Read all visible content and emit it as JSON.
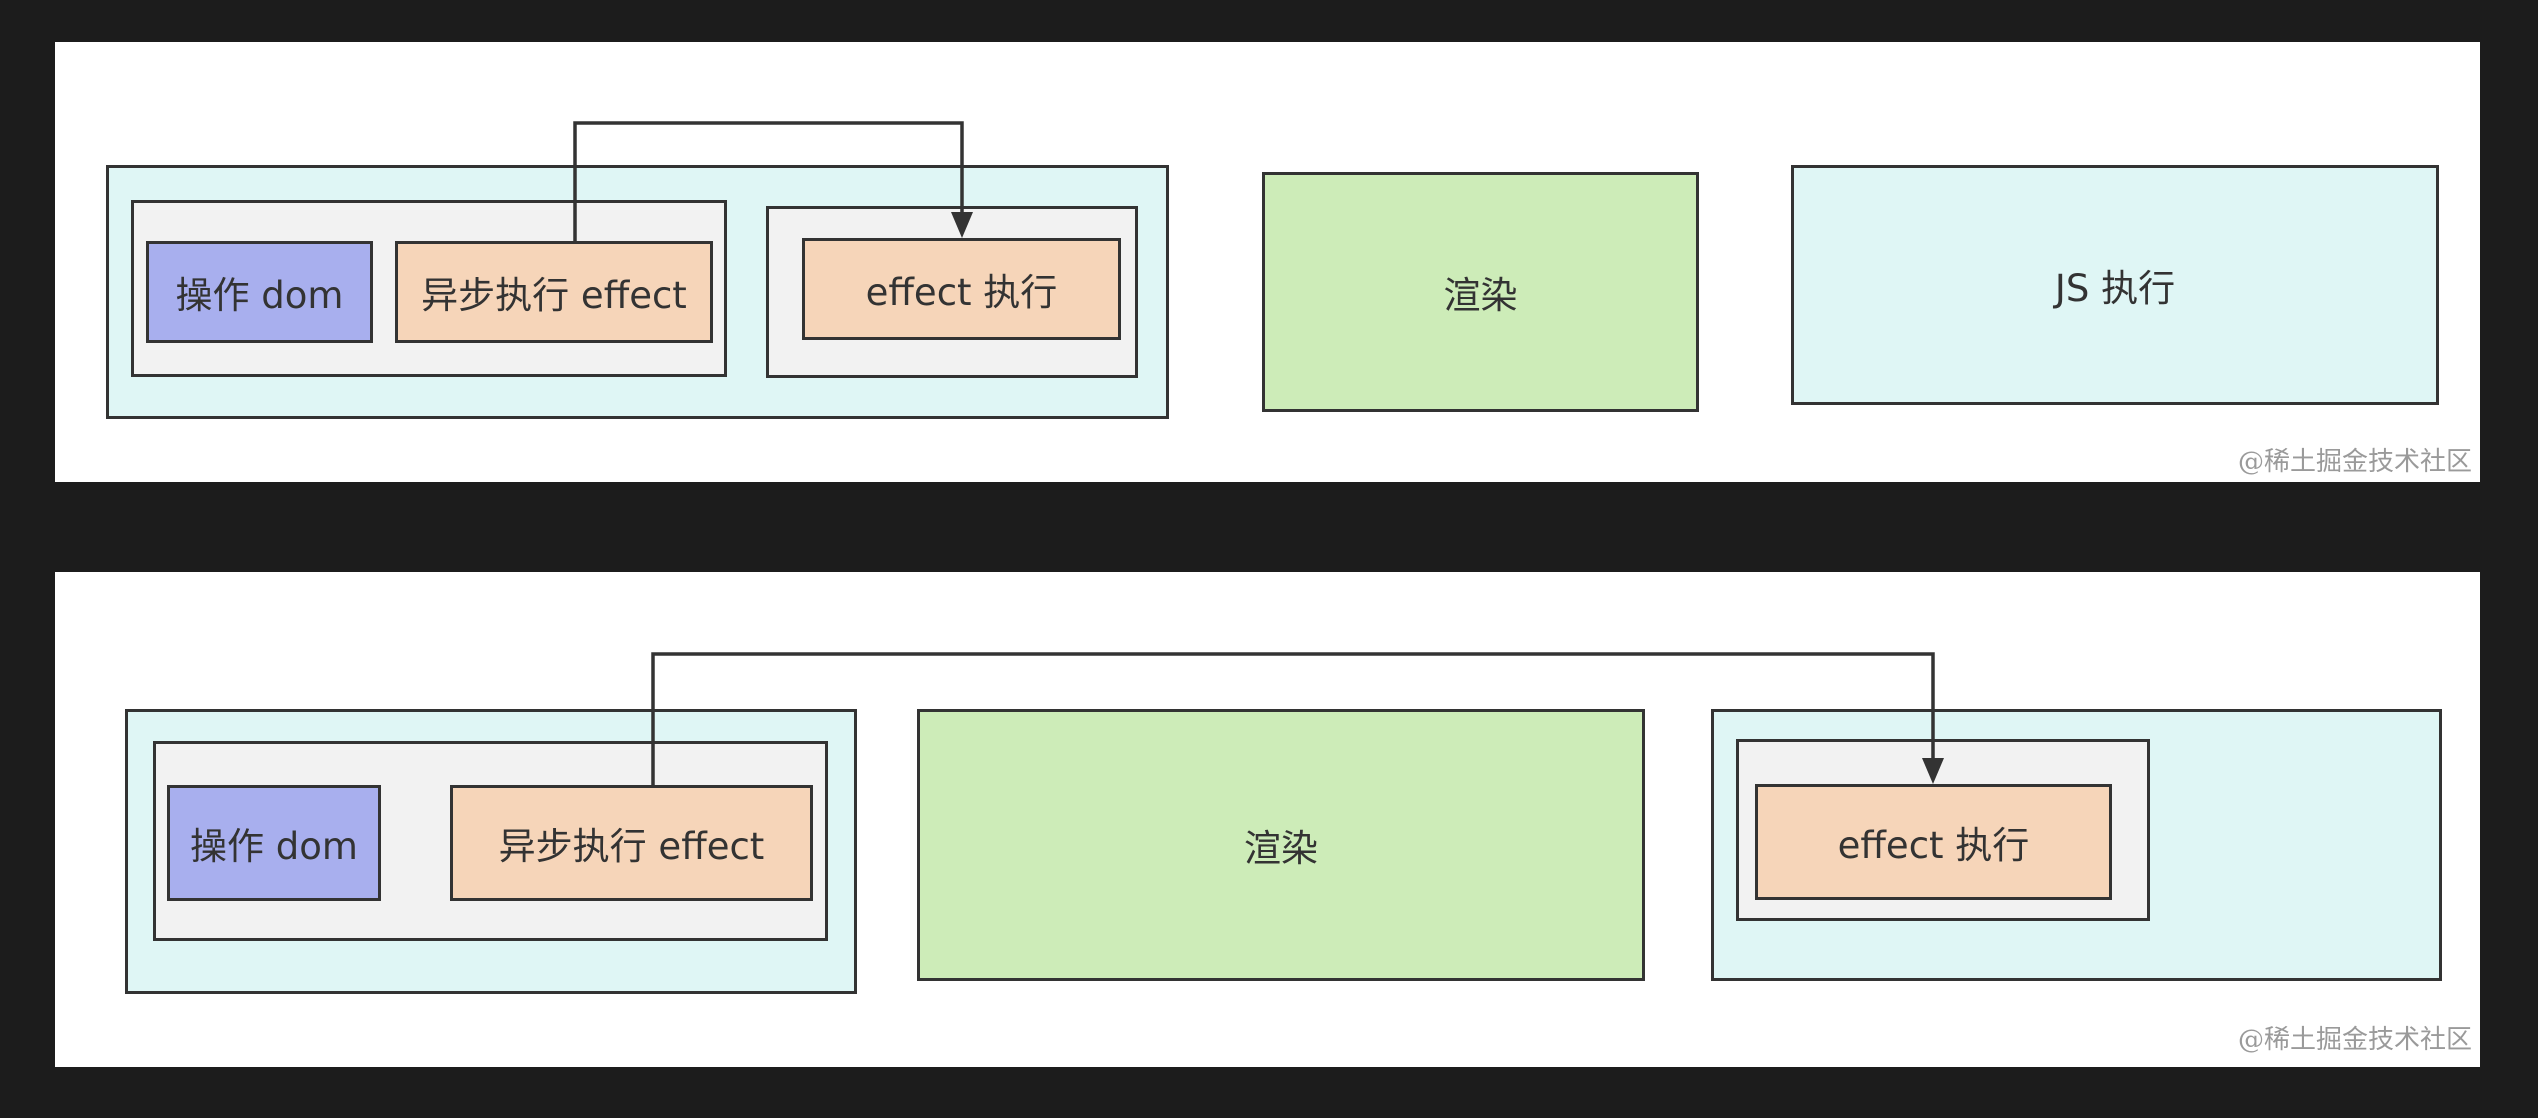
{
  "diagram1": {
    "op_dom": "操作 dom",
    "async_effect": "异步执行 effect",
    "effect_exec": "effect 执行",
    "render": "渲染",
    "js_exec": "JS 执行",
    "watermark": "@稀土掘金技术社区"
  },
  "diagram2": {
    "op_dom": "操作 dom",
    "async_effect": "异步执行 effect",
    "render": "渲染",
    "effect_exec": "effect 执行",
    "watermark": "@稀土掘金技术社区"
  },
  "colors": {
    "background": "#1c1c1c",
    "panel": "#ffffff",
    "cyan": "#dff6f5",
    "grey": "#f2f2f2",
    "purple": "#a8afee",
    "orange": "#f6d5b9",
    "green": "#cdecb8",
    "stroke": "#333333"
  }
}
